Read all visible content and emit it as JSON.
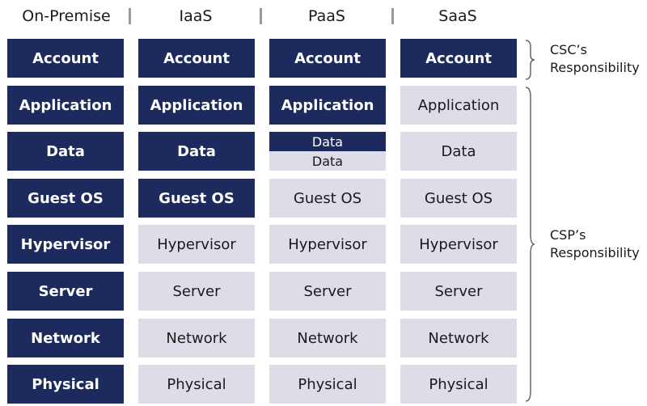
{
  "headers": [
    "On-Premise",
    "IaaS",
    "PaaS",
    "SaaS"
  ],
  "columns": [
    {
      "name": "on-premise",
      "cells": [
        {
          "label": "Account",
          "style": "dark"
        },
        {
          "label": "Application",
          "style": "dark"
        },
        {
          "label": "Data",
          "style": "dark"
        },
        {
          "label": "Guest OS",
          "style": "dark"
        },
        {
          "label": "Hypervisor",
          "style": "dark"
        },
        {
          "label": "Server",
          "style": "dark"
        },
        {
          "label": "Network",
          "style": "dark"
        },
        {
          "label": "Physical",
          "style": "dark"
        }
      ]
    },
    {
      "name": "iaas",
      "cells": [
        {
          "label": "Account",
          "style": "dark"
        },
        {
          "label": "Application",
          "style": "dark"
        },
        {
          "label": "Data",
          "style": "dark"
        },
        {
          "label": "Guest OS",
          "style": "dark"
        },
        {
          "label": "Hypervisor",
          "style": "light"
        },
        {
          "label": "Server",
          "style": "light"
        },
        {
          "label": "Network",
          "style": "light"
        },
        {
          "label": "Physical",
          "style": "light"
        }
      ]
    },
    {
      "name": "paas",
      "cells": [
        {
          "label": "Account",
          "style": "dark"
        },
        {
          "label": "Application",
          "style": "dark"
        },
        {
          "split_top": "Data",
          "split_bottom": "Data",
          "style": "split"
        },
        {
          "label": "Guest OS",
          "style": "light"
        },
        {
          "label": "Hypervisor",
          "style": "light"
        },
        {
          "label": "Server",
          "style": "light"
        },
        {
          "label": "Network",
          "style": "light"
        },
        {
          "label": "Physical",
          "style": "light"
        }
      ]
    },
    {
      "name": "saas",
      "cells": [
        {
          "label": "Account",
          "style": "dark"
        },
        {
          "label": "Application",
          "style": "light"
        },
        {
          "label": "Data",
          "style": "light"
        },
        {
          "label": "Guest OS",
          "style": "light"
        },
        {
          "label": "Hypervisor",
          "style": "light"
        },
        {
          "label": "Server",
          "style": "light"
        },
        {
          "label": "Network",
          "style": "light"
        },
        {
          "label": "Physical",
          "style": "light"
        }
      ]
    }
  ],
  "responsibility": {
    "csc_line1": "CSC’s",
    "csc_line2": "Responsibility",
    "csp_line1": "CSP’s",
    "csp_line2": "Responsibility"
  },
  "colors": {
    "customer": "#1c2a5e",
    "provider": "#dcdde6"
  }
}
